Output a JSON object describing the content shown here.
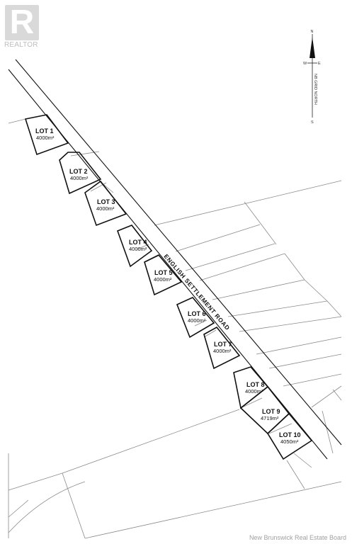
{
  "road_name": "ENGLISH SETTLEMENT ROAD",
  "compass": {
    "north": "N",
    "south": "S",
    "west": "W",
    "east": "E",
    "grid_label": "NB GRID NORTH"
  },
  "lots": [
    {
      "name": "LOT 1",
      "area": "4000m²"
    },
    {
      "name": "LOT 2",
      "area": "4000m²"
    },
    {
      "name": "LOT 3",
      "area": "4000m²"
    },
    {
      "name": "LOT 4",
      "area": "4000m²"
    },
    {
      "name": "LOT 5",
      "area": "4000m²"
    },
    {
      "name": "LOT 6",
      "area": "4000m²"
    },
    {
      "name": "LOT 7",
      "area": "4000m²"
    },
    {
      "name": "LOT 8",
      "area": "4000m²"
    },
    {
      "name": "LOT 9",
      "area": "4719m²"
    },
    {
      "name": "LOT 10",
      "area": "4050m²"
    }
  ],
  "watermarks": {
    "realtor": "REALTOR",
    "board": "New Brunswick Real Estate Board"
  },
  "colors": {
    "line": "#111111",
    "thin_line": "#8a8a8a",
    "logo_gray": "#d9d9d9"
  }
}
